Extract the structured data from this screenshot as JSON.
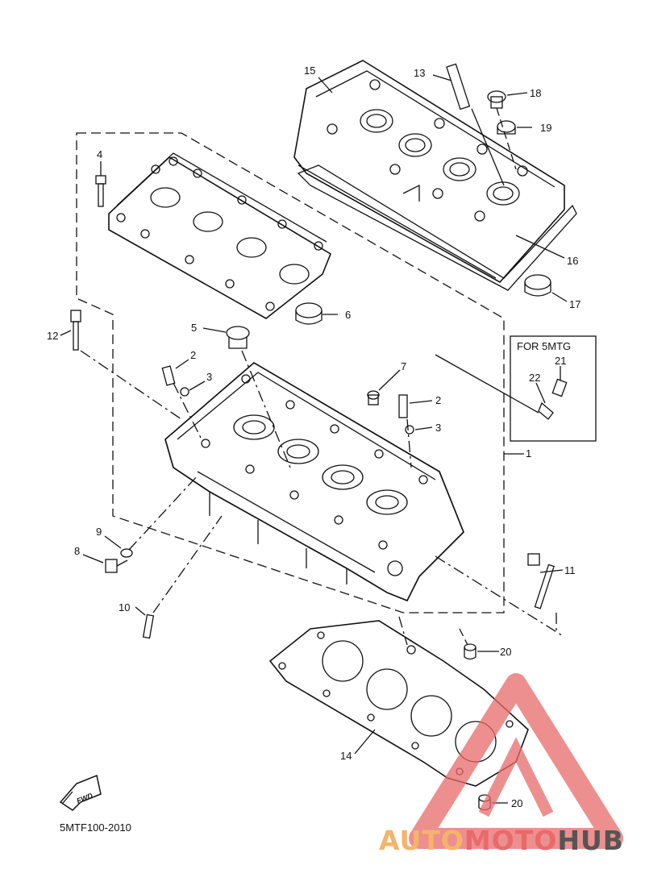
{
  "diagram": {
    "code": "5MTF100-2010",
    "fwd_label": "FWD",
    "inset_title": "FOR 5MTG",
    "callouts": [
      "1",
      "2",
      "2",
      "3",
      "3",
      "4",
      "5",
      "6",
      "7",
      "8",
      "9",
      "10",
      "11",
      "12",
      "13",
      "14",
      "15",
      "16",
      "17",
      "18",
      "19",
      "20",
      "20",
      "21",
      "22"
    ]
  },
  "watermark": {
    "part1": "AUTO",
    "part2": "MOTO",
    "part3": "HUB",
    "colors": {
      "orange": "#f5b46a",
      "red": "#e86a6a",
      "gray": "#555555"
    }
  }
}
